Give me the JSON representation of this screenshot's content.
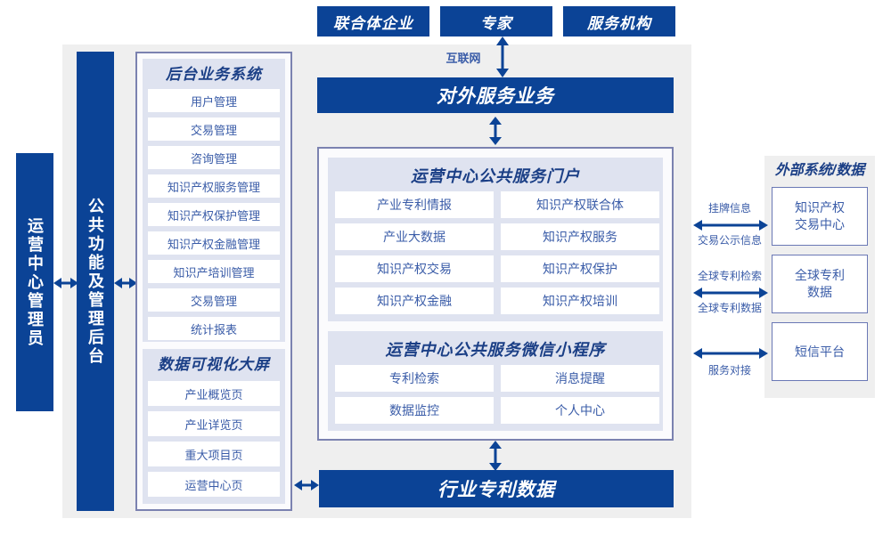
{
  "top_actors": [
    {
      "label": "联合体企业"
    },
    {
      "label": "专家"
    },
    {
      "label": "服务机构"
    }
  ],
  "internet_label": "互联网",
  "external_service_bar": "对外服务业务",
  "industry_patent_data_bar": "行业专利数据",
  "left_roles": [
    {
      "label": "运营中心管理员"
    },
    {
      "label": "公共功能及管理后台"
    }
  ],
  "backend_system": {
    "title": "后台业务系统",
    "items": [
      "用户管理",
      "交易管理",
      "咨询管理",
      "知识产权服务管理",
      "知识产权保护管理",
      "知识产权金融管理",
      "知识产培训管理",
      "交易管理",
      "统计报表"
    ]
  },
  "data_visual_board": {
    "title": "数据可视化大屏",
    "items": [
      "产业概览页",
      "产业详览页",
      "重大项目页",
      "运营中心页"
    ]
  },
  "public_portal": {
    "title": "运营中心公共服务门户",
    "items": [
      "产业专利情报",
      "知识产权联合体",
      "产业大数据",
      "知识产权服务",
      "知识产权交易",
      "知识产权保护",
      "知识产权金融",
      "知识产权培训"
    ]
  },
  "mini_program": {
    "title": "运营中心公共服务微信小程序",
    "items": [
      "专利检索",
      "消息提醒",
      "数据监控",
      "个人中心"
    ]
  },
  "external": {
    "title": "外部系统/数据",
    "boxes": [
      {
        "label": "知识产权\n交易中心",
        "line1": "知识产权",
        "line2": "交易中心"
      },
      {
        "label": "全球专利\n数据",
        "line1": "全球专利",
        "line2": "数据"
      },
      {
        "label": "短信平台",
        "line1": "短信平台",
        "line2": ""
      }
    ],
    "connectors": [
      {
        "above": "挂牌信息",
        "below": "交易公示信息"
      },
      {
        "above": "全球专利检索",
        "below": "全球专利数据"
      },
      {
        "above": "",
        "below": "服务对接"
      }
    ]
  },
  "colors": {
    "brand_blue": "#0b4396",
    "panel_grey": "#efefef",
    "group_lavender": "#dfe3f0",
    "frame_border": "#7b82b0",
    "text_blue": "#3a5ca8"
  }
}
